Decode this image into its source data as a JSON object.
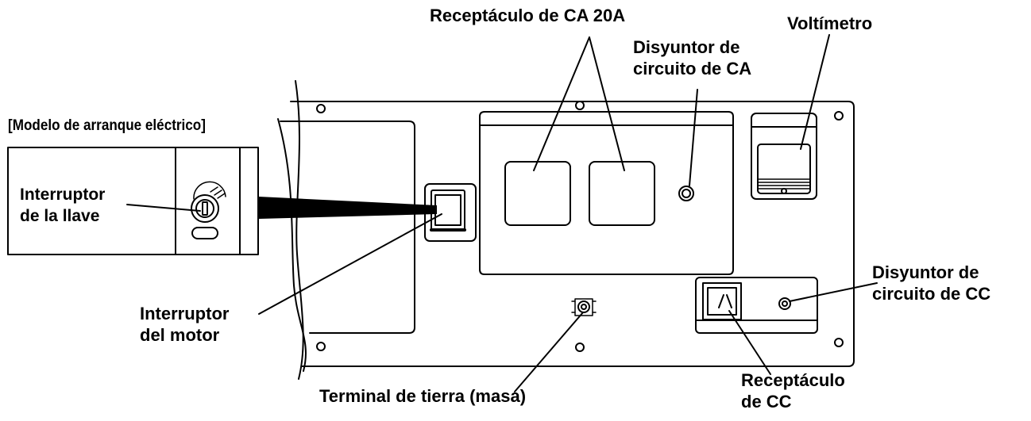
{
  "inset": {
    "title": "[Modelo de arranque eléctrico]",
    "key_switch": [
      "Interruptor",
      "de la llave"
    ]
  },
  "labels": {
    "ac_receptacle": "Receptáculo de CA 20A",
    "voltmeter": "Voltímetro",
    "ac_breaker": [
      "Disyuntor de",
      "circuito de CA"
    ],
    "dc_breaker": [
      "Disyuntor de",
      "circuito de CC"
    ],
    "engine_switch": [
      "Interruptor",
      "del motor"
    ],
    "ground_terminal": "Terminal de tierra (masa)",
    "dc_receptacle": [
      "Receptáculo",
      "de CC"
    ]
  },
  "dc_socket_symbol": "/\\"
}
